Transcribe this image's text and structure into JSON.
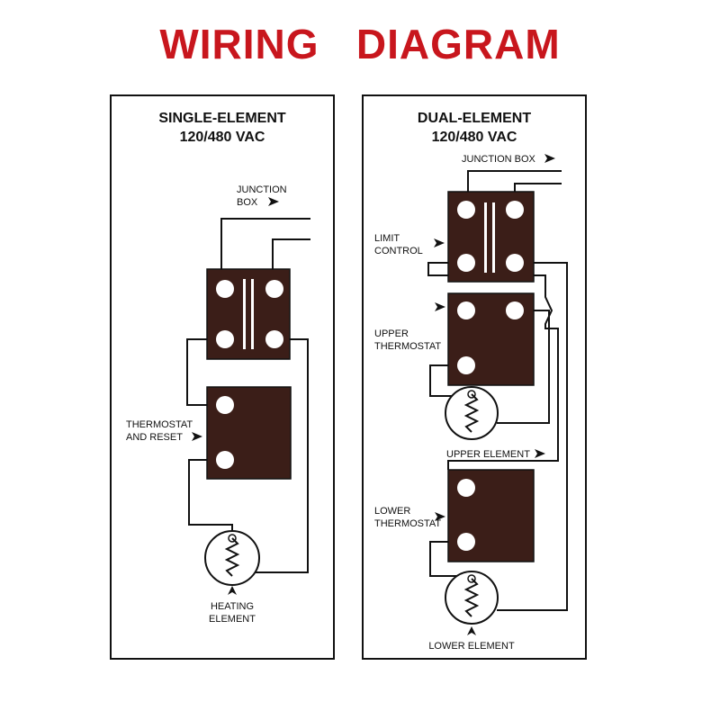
{
  "title": "WIRING   DIAGRAM",
  "single_element": {
    "heading_line1": "SINGLE-ELEMENT",
    "heading_line2": "120/480 VAC",
    "junction_box_line1": "JUNCTION",
    "junction_box_line2": "BOX",
    "thermostat_line1": "THERMOSTAT",
    "thermostat_line2": "AND RESET",
    "element_line1": "HEATING",
    "element_line2": "ELEMENT"
  },
  "dual_element": {
    "heading_line1": "DUAL-ELEMENT",
    "heading_line2": "120/480 VAC",
    "junction_box": "JUNCTION BOX",
    "limit_line1": "LIMIT",
    "limit_line2": "CONTROL",
    "upper_thermostat_line1": "UPPER",
    "upper_thermostat_line2": "THERMOSTAT",
    "upper_element": "UPPER ELEMENT",
    "lower_thermostat_line1": "LOWER",
    "lower_thermostat_line2": "THERMOSTAT",
    "lower_element": "LOWER ELEMENT"
  },
  "colors": {
    "title": "#c8161d",
    "block": "#3b1e18",
    "wire": "#111111"
  }
}
